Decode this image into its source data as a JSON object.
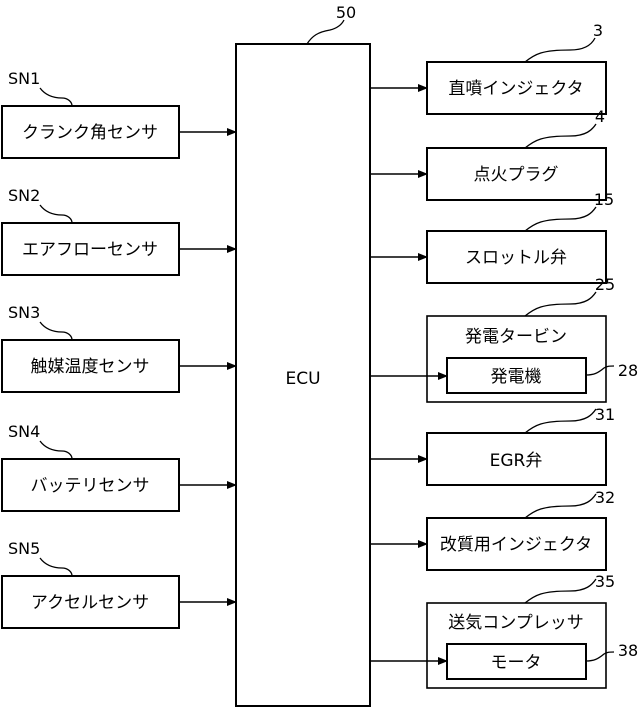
{
  "ecu": {
    "label": "ECU",
    "ref": "50"
  },
  "sensors": [
    {
      "ref": "SN1",
      "label": "クランク角センサ"
    },
    {
      "ref": "SN2",
      "label": "エアフローセンサ"
    },
    {
      "ref": "SN3",
      "label": "触媒温度センサ"
    },
    {
      "ref": "SN4",
      "label": "バッテリセンサ"
    },
    {
      "ref": "SN5",
      "label": "アクセルセンサ"
    }
  ],
  "actuators": [
    {
      "ref": "3",
      "label": "直噴インジェクタ"
    },
    {
      "ref": "4",
      "label": "点火プラグ"
    },
    {
      "ref": "15",
      "label": "スロットル弁"
    },
    {
      "ref": "25",
      "label": "発電タービン",
      "inner": {
        "ref": "28",
        "label": "発電機"
      }
    },
    {
      "ref": "31",
      "label": "EGR弁"
    },
    {
      "ref": "32",
      "label": "改質用インジェクタ"
    },
    {
      "ref": "35",
      "label": "送気コンプレッサ",
      "inner": {
        "ref": "38",
        "label": "モータ"
      }
    }
  ]
}
